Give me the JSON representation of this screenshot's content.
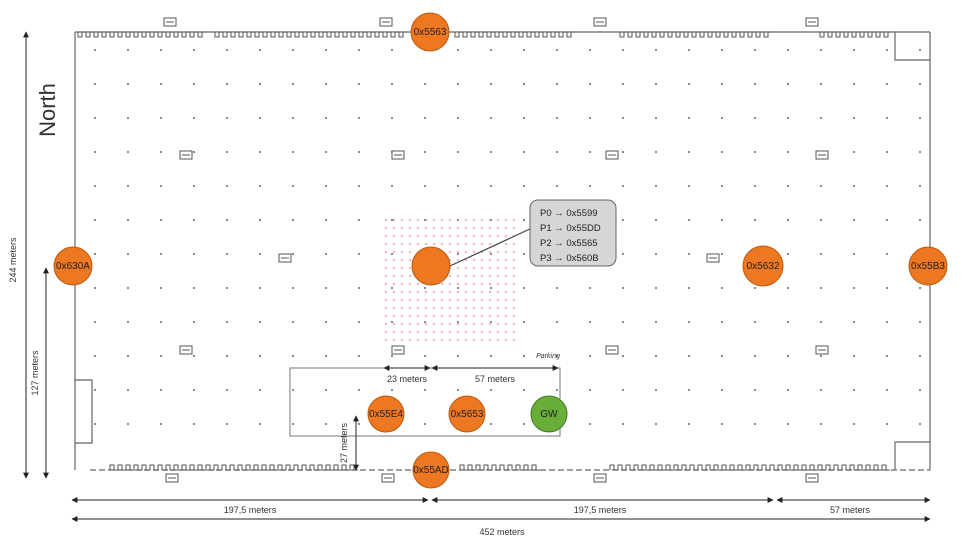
{
  "compass": {
    "label": "North"
  },
  "dimensions": {
    "height_total": "244 meters",
    "height_partial": "127 meters",
    "width_left": "197,5 meters",
    "width_middle": "197,5 meters",
    "width_right": "57 meters",
    "width_total": "452 meters",
    "gap_left": "23 meters",
    "gap_right": "57 meters",
    "gap_vertical": "27 meters"
  },
  "area_label": "Parking",
  "nodes": {
    "top": "0x5563",
    "west": "0x630A",
    "center": "",
    "east1": "0x5632",
    "east2": "0x55B3",
    "lower1": "0x55E4",
    "lower2": "0x5653",
    "gateway": "GW",
    "bottom": "0x55AD"
  },
  "callout": {
    "lines": [
      "P0 → 0x5599",
      "P1 → 0x55DD",
      "P2 → 0x5565",
      "P3 → 0x560B"
    ]
  },
  "colors": {
    "node": "#EE7722",
    "gateway": "#6AAE3A",
    "callout": "#D6D6D6",
    "lines": "#555555"
  }
}
